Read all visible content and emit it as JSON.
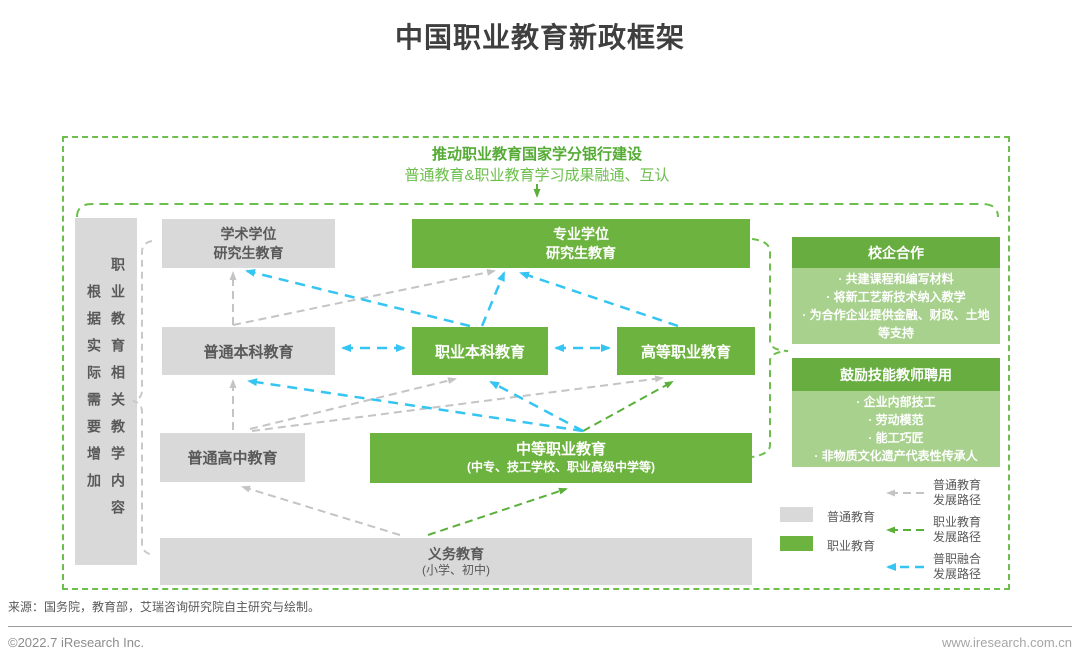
{
  "title": "中国职业教育新政框架",
  "banner": {
    "line1": "推动职业教育国家学分银行建设",
    "line2": "普通教育&职业教育学习成果融通、互认"
  },
  "left_note": {
    "col_left": "根据实际需要增加",
    "col_right": "职业教育相关教学内容"
  },
  "boxes": {
    "academic_grad": {
      "line1": "学术学位",
      "line2": "研究生教育"
    },
    "professional_grad": {
      "line1": "专业学位",
      "line2": "研究生教育"
    },
    "regular_undergrad": {
      "line1": "普通本科教育"
    },
    "vocational_undergrad": {
      "line1": "职业本科教育"
    },
    "higher_vocational": {
      "line1": "高等职业教育"
    },
    "regular_high_school": {
      "line1": "普通高中教育"
    },
    "secondary_vocational": {
      "line1": "中等职业教育",
      "line2": "(中专、技工学校、职业高级中学等)"
    },
    "compulsory": {
      "line1": "义务教育",
      "line2": "(小学、初中)"
    }
  },
  "panels": [
    {
      "title": "校企合作",
      "items": [
        "共建课程和编写材料",
        "将新工艺新技术纳入教学",
        "为合作企业提供金融、财政、土地等支持"
      ]
    },
    {
      "title": "鼓励技能教师聘用",
      "items": [
        "企业内部技工",
        "劳动模范",
        "能工巧匠",
        "非物质文化遗产代表性传承人"
      ]
    }
  ],
  "legend": {
    "swatches": [
      {
        "label": "普通教育",
        "color": "#d9d9d9"
      },
      {
        "label": "职业教育",
        "color": "#6db33f"
      }
    ],
    "paths": [
      {
        "line1": "普通教育",
        "line2": "发展路径",
        "color": "#c4c4c4"
      },
      {
        "line1": "职业教育",
        "line2": "发展路径",
        "color": "#5bb039"
      },
      {
        "line1": "普职融合",
        "line2": "发展路径",
        "color": "#35c5f2"
      }
    ]
  },
  "source": "来源：国务院，教育部，艾瑞咨询研究院自主研究与绘制。",
  "footer": {
    "left": "©2022.7 iResearch Inc.",
    "right": "www.iresearch.com.cn"
  },
  "colors": {
    "accent_green": "#6cbf4c",
    "box_green": "#6db33f",
    "panel_header_green": "#68ad40",
    "panel_body_green": "#a7d18c",
    "box_gray": "#d9d9d9",
    "arrow_gray": "#c4c4c4",
    "arrow_cyan": "#35c5f2",
    "text_gray": "#595959"
  }
}
